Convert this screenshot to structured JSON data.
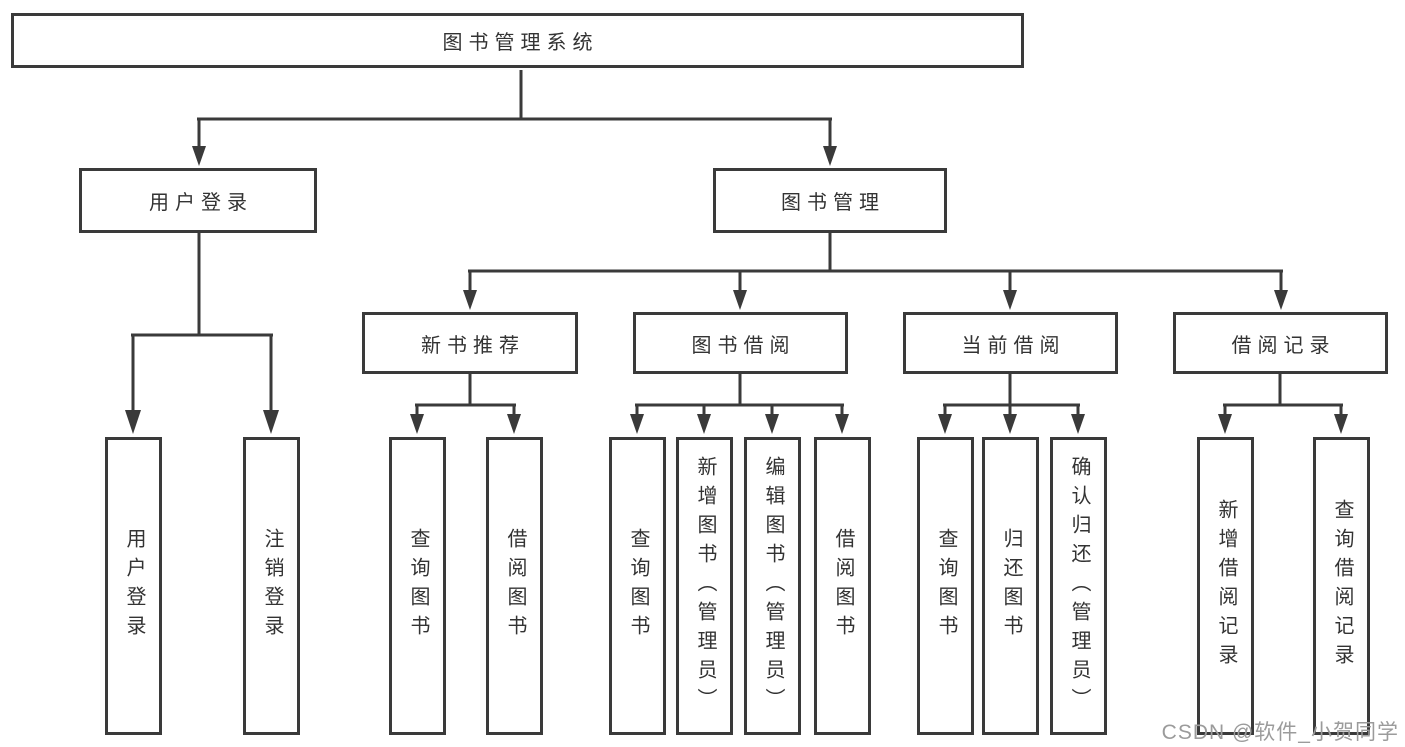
{
  "tree": {
    "root": {
      "label": "图书管理系统"
    },
    "user_login": {
      "label": "用户登录",
      "children": [
        "用户登录",
        "注销登录"
      ]
    },
    "book_mgmt": {
      "label": "图书管理",
      "sections": {
        "new_book_rec": {
          "label": "新书推荐",
          "children": [
            "查询图书",
            "借阅图书"
          ]
        },
        "book_borrow": {
          "label": "图书借阅",
          "children": [
            "查询图书",
            "新增图书（管理员）",
            "编辑图书（管理员）",
            "借阅图书"
          ]
        },
        "current_borrow": {
          "label": "当前借阅",
          "children": [
            "查询图书",
            "归还图书",
            "确认归还（管理员）"
          ]
        },
        "borrow_record": {
          "label": "借阅记录",
          "children": [
            "新增借阅记录",
            "查询借阅记录"
          ]
        }
      }
    }
  },
  "watermark": "CSDN @软件_小贺同学",
  "colors": {
    "stroke": "#3a3a3a",
    "text": "#333333",
    "watermark": "#9b9b9b",
    "background": "#ffffff"
  }
}
